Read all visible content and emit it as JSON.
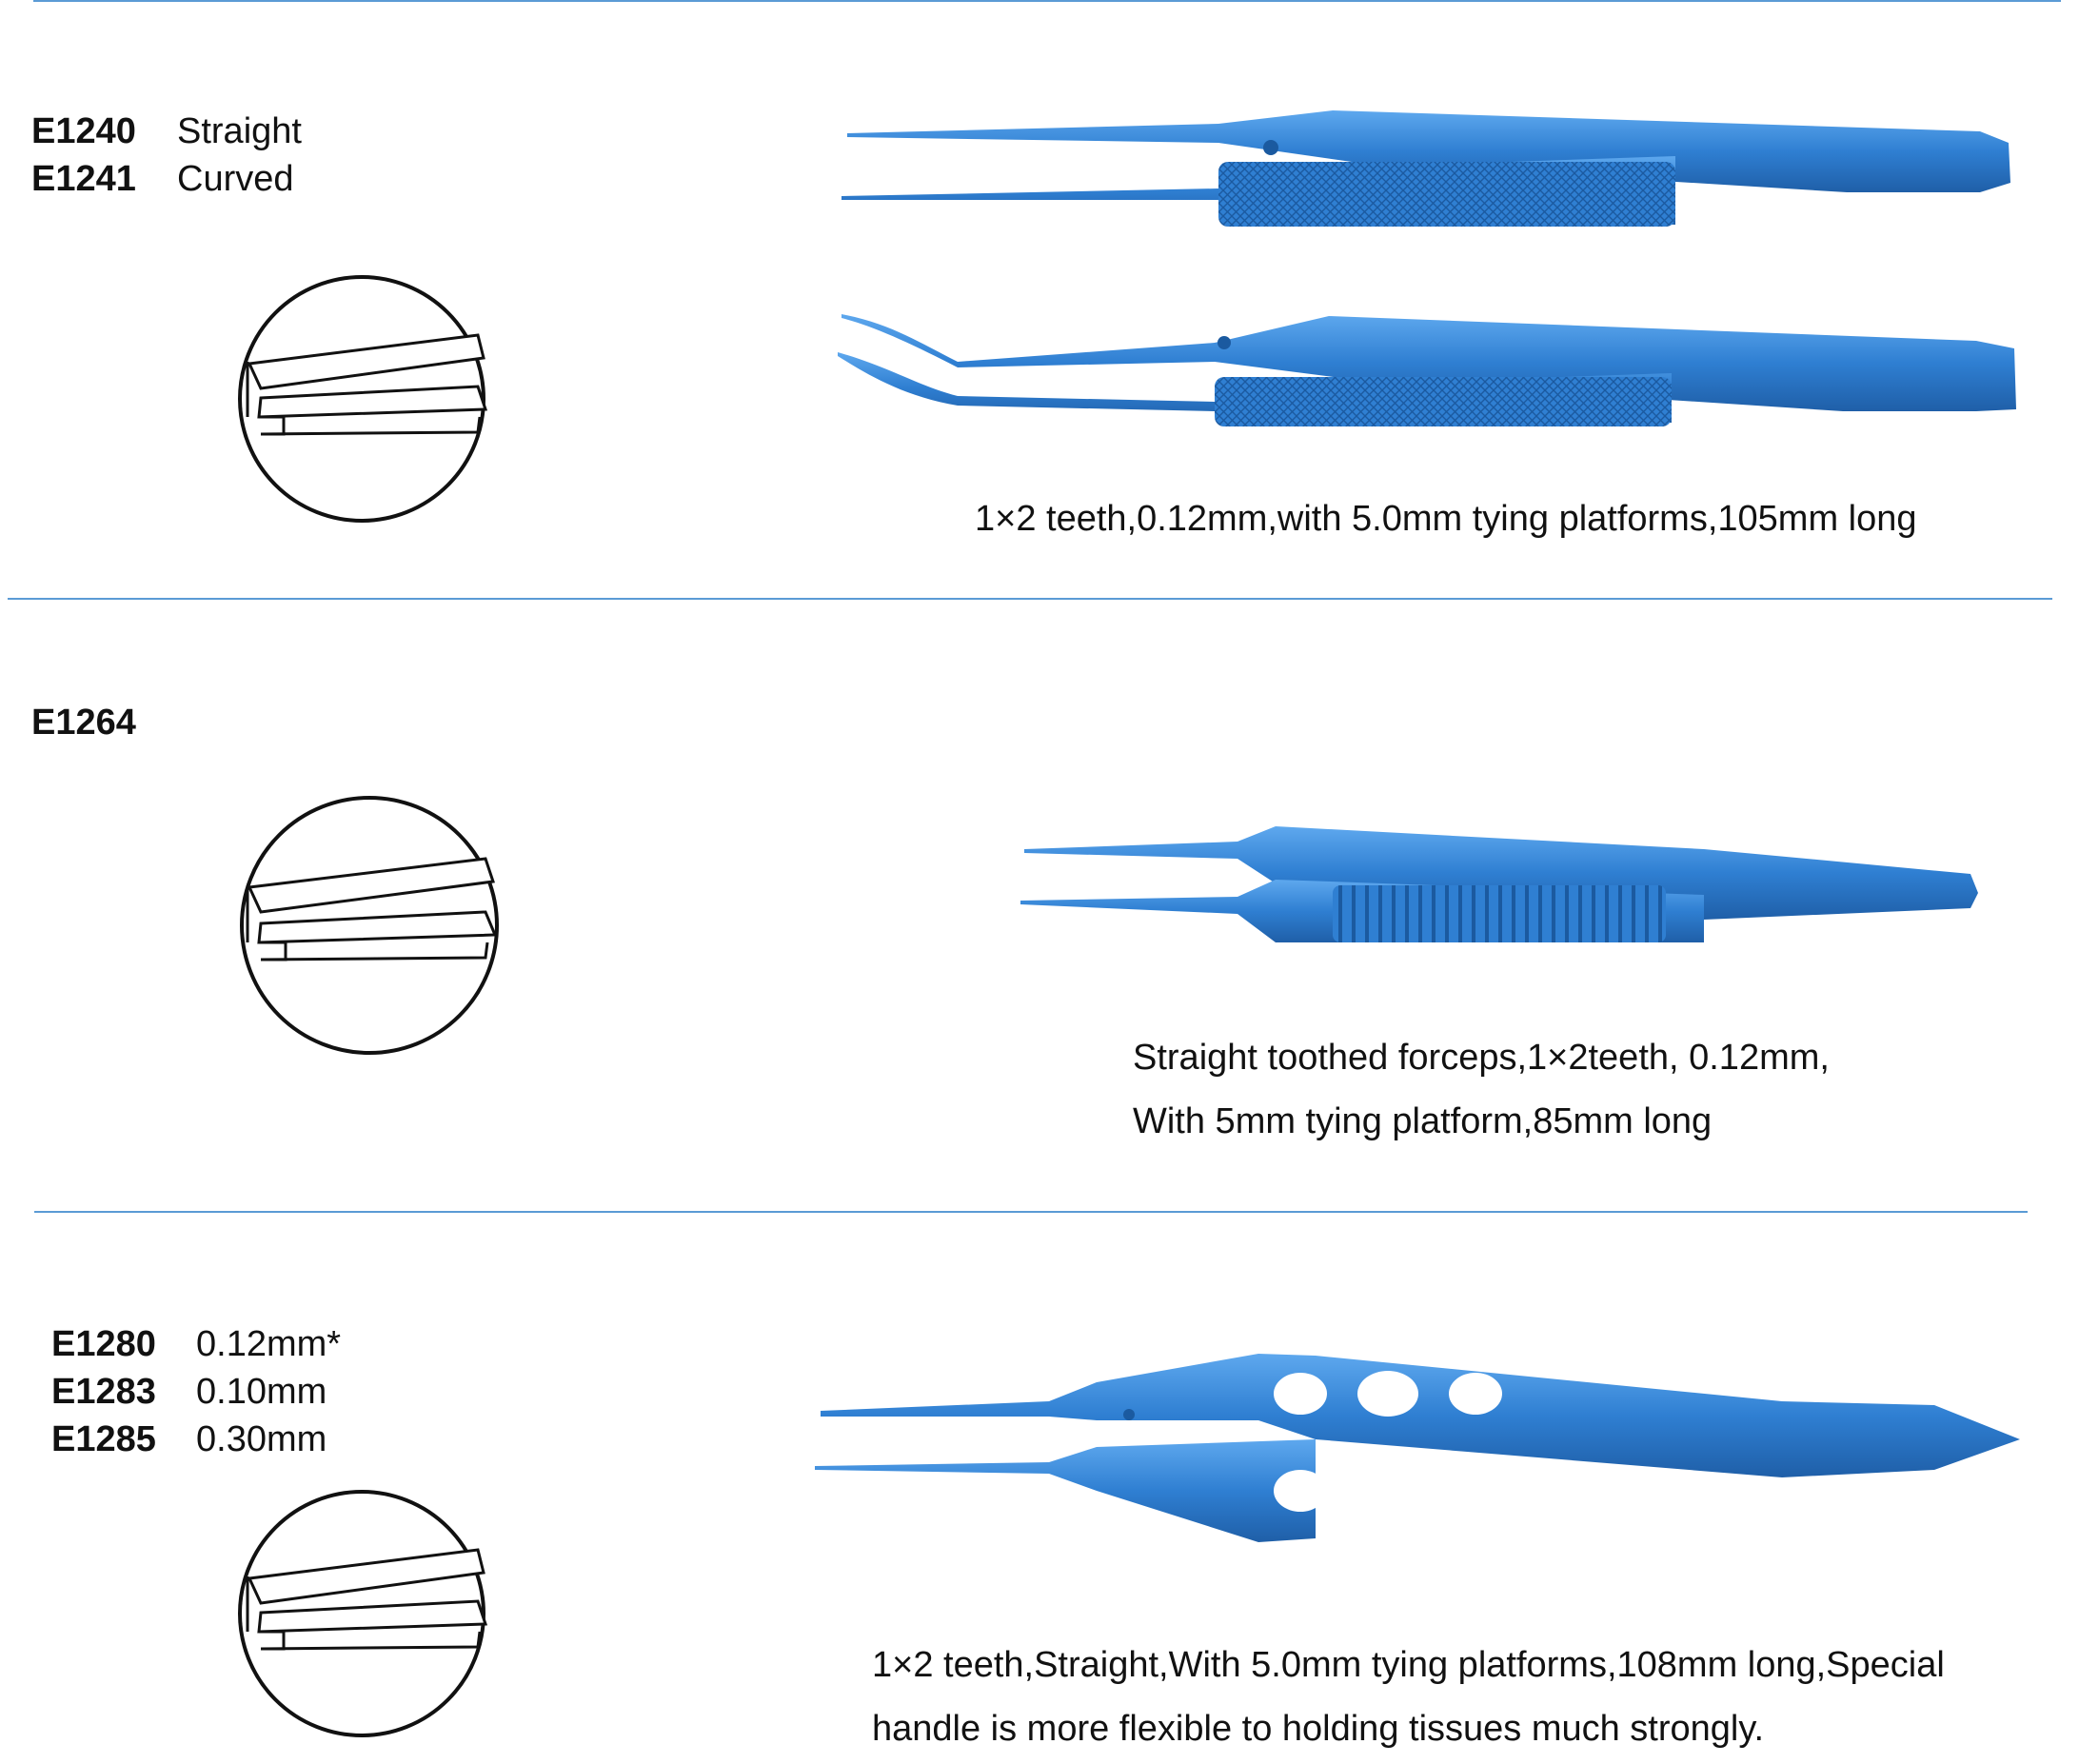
{
  "sections": [
    {
      "products": [
        {
          "code": "E1240",
          "label": "Straight"
        },
        {
          "code": "E1241",
          "label": "Curved"
        }
      ],
      "description": [
        "1×2 teeth,0.12mm,with 5.0mm tying platforms,105mm long"
      ]
    },
    {
      "products": [
        {
          "code": "E1264",
          "label": ""
        }
      ],
      "description": [
        "Straight toothed forceps,1×2teeth, 0.12mm,",
        "With 5mm tying platform,85mm long"
      ]
    },
    {
      "products": [
        {
          "code": "E1280",
          "label": "0.12mm*"
        },
        {
          "code": "E1283",
          "label": "0.10mm"
        },
        {
          "code": "E1285",
          "label": "0.30mm"
        }
      ],
      "description": [
        "1×2 teeth,Straight,With 5.0mm tying platforms,108mm long,Special",
        "handle is more flexible to holding tissues much strongly."
      ]
    }
  ],
  "colors": {
    "accent_rule": "#5b9bd5",
    "instrument_blue": "#2f7fd2"
  }
}
